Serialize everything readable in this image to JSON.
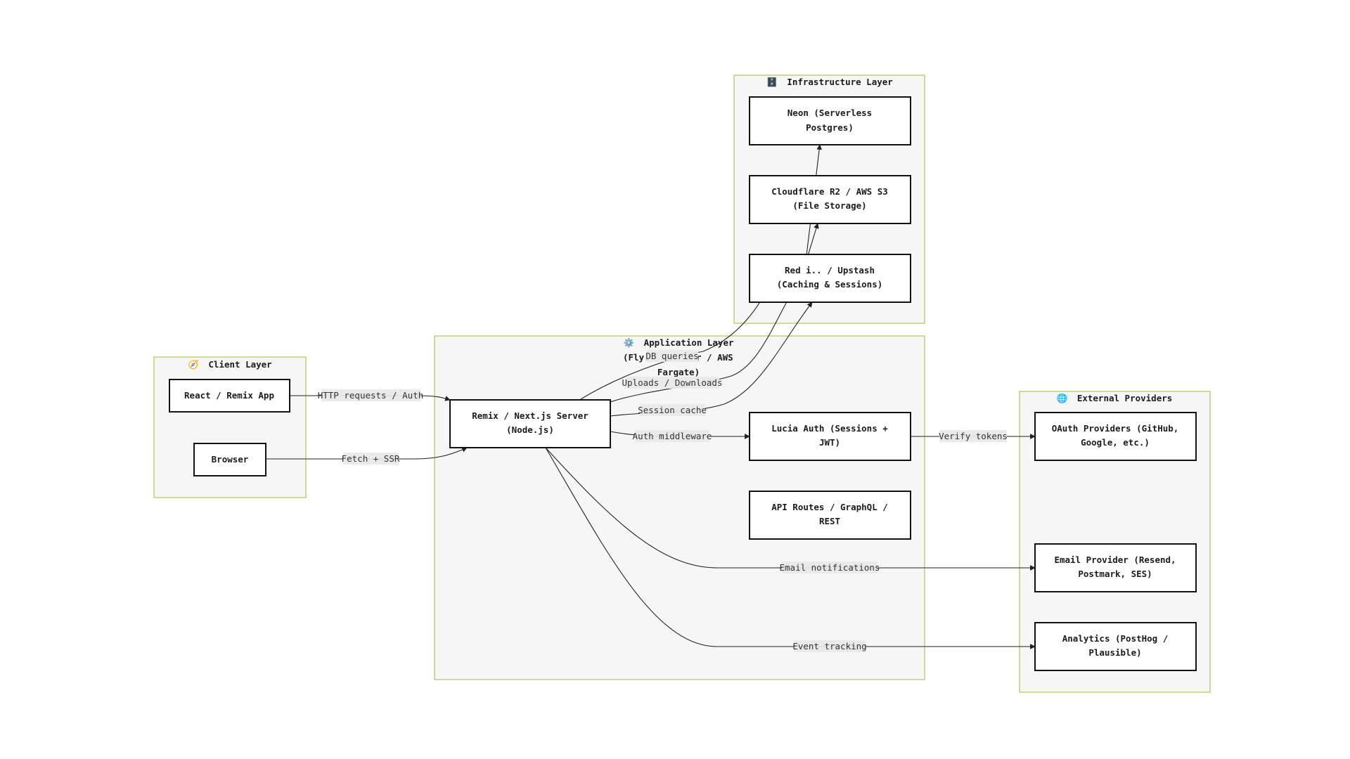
{
  "clusters": {
    "client": {
      "icon": "🧭",
      "icon_name": "compass-icon",
      "title": "Client Layer"
    },
    "application": {
      "icon": "⚙️",
      "icon_name": "gear-icon",
      "title": "Application Layer",
      "title_line2": "(Fly.",
      "title_line2_tail": "r / AWS",
      "title_line3": "Fargate)"
    },
    "infrastructure": {
      "icon": "🗄️",
      "icon_name": "file-cabinet-icon",
      "title": "Infrastructure Layer"
    },
    "external": {
      "icon": "🌐",
      "icon_name": "globe-icon",
      "title": "External Providers"
    }
  },
  "nodes": {
    "react_app": {
      "line1": "React / Remix App"
    },
    "browser": {
      "line1": "Browser"
    },
    "server": {
      "line1": "Remix / Next.js Server",
      "line2": "(Node.js)"
    },
    "lucia": {
      "line1": "Lucia Auth (Sessions +",
      "line2": "JWT)"
    },
    "api_routes": {
      "line1": "API Routes / GraphQL /",
      "line2": "REST"
    },
    "neon": {
      "line1": "Neon (Serverless",
      "line2": "Postgres)"
    },
    "r2": {
      "line1": "Cloudflare R2 / AWS S3",
      "line2": "(File Storage)"
    },
    "redis": {
      "line1": "Red i.. / Upstash",
      "line2": "(Caching & Sessions)"
    },
    "oauth": {
      "line1": "OAuth Providers (GitHub,",
      "line2": "Google, etc.)"
    },
    "email": {
      "line1": "Email Provider (Resend,",
      "line2": "Postmark, SES)"
    },
    "analytics": {
      "line1": "Analytics (PostHog /",
      "line2": "Plausible)"
    }
  },
  "edges": {
    "http": "HTTP requests / Auth",
    "fetch": "Fetch + SSR",
    "db": "DB queries",
    "uploads": "Uploads / Downloads",
    "cache": "Session cache",
    "auth": "Auth middleware",
    "verify": "Verify tokens",
    "email": "Email notifications",
    "event": "Event tracking"
  },
  "colors": {
    "cluster_fill": "#f6f6f6",
    "cluster_border": "#b6c25a",
    "node_border": "#111111",
    "edge": "#222222",
    "edge_label_bg": "#e8e8e8"
  }
}
